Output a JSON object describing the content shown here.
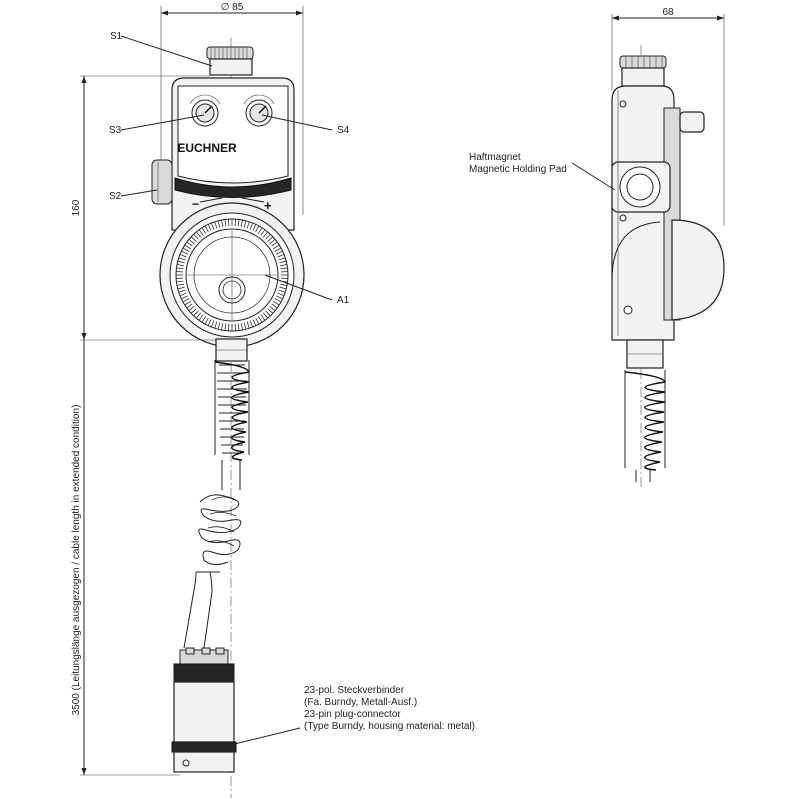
{
  "dimensions": {
    "top_width": "∅ 85",
    "side_width": "68",
    "height": "160",
    "cable_length": "3500 (Leitungslänge ausgezogen / cable length in extended condition)"
  },
  "front_view": {
    "brand": "EUCHNER",
    "labels": {
      "s1": "S1",
      "s2": "S2",
      "s3": "S3",
      "s4": "S4",
      "a1": "A1"
    },
    "dial_signs": {
      "minus": "−",
      "plus": "+"
    }
  },
  "side_view": {
    "magnet_label_de": "Haftmagnet",
    "magnet_label_en": "Magnetic Holding Pad"
  },
  "connector": {
    "line1": "23-pol. Steckverbinder",
    "line2": "(Fa. Burndy, Metall-Ausf.)",
    "line3": "23-pin plug-connector",
    "line4": "(Type Burndy, housing material: metal)"
  }
}
